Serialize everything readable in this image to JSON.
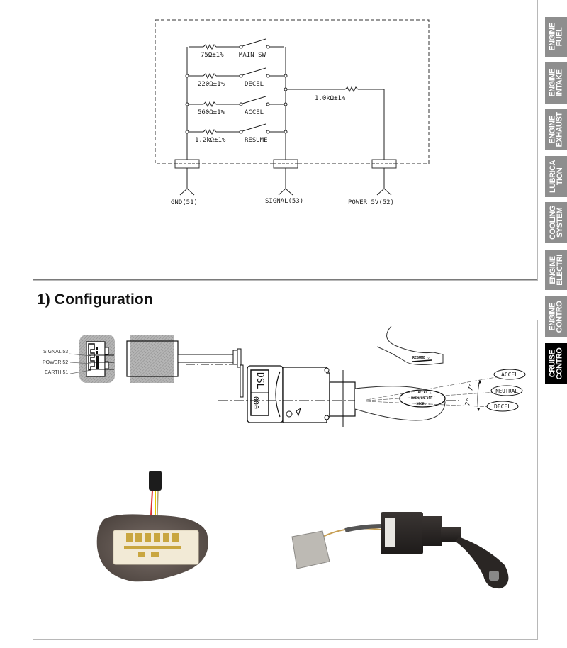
{
  "schematic": {
    "resistors": [
      {
        "value": "75Ω±1%",
        "switch": "MAIN SW"
      },
      {
        "value": "220Ω±1%",
        "switch": "DECEL"
      },
      {
        "value": "560Ω±1%",
        "switch": "ACCEL"
      },
      {
        "value": "1.2kΩ±1%",
        "switch": "RESUME"
      }
    ],
    "pullup_resistor": "1.0kΩ±1%",
    "terminals": [
      "GND(51)",
      "SIGNAL(53)",
      "POWER 5V(52)"
    ]
  },
  "section": {
    "title": "1) Configuration"
  },
  "drawing": {
    "pin_labels": [
      "SIGNAL 53",
      "POWER 52",
      "EARTH 51"
    ],
    "switch_body_labels": [
      "DSL",
      "000"
    ],
    "resume_label": "RESUME ▽",
    "lever_labels": [
      "ACCEL △",
      "MAIN/ON-OFF",
      "DECEL ▽"
    ],
    "positions": [
      "ACCEL",
      "NEUTRAL",
      "DECEL"
    ],
    "angles": [
      "7°",
      "7°"
    ]
  },
  "side_tabs": [
    {
      "label": "ENGINE\nFUEL",
      "active": false
    },
    {
      "label": "ENGINE\nINTAKE",
      "active": false
    },
    {
      "label": "ENGINE\nEXHAUST",
      "active": false
    },
    {
      "label": "LUBRICA\nTION",
      "active": false
    },
    {
      "label": "COOLING\nSYSTEM",
      "active": false
    },
    {
      "label": "ENGINE\nELECTRI",
      "active": false
    },
    {
      "label": "ENGINE\nCONTRO",
      "active": false
    },
    {
      "label": "CRUISE\nCONTRO",
      "active": true
    }
  ],
  "colors": {
    "tab_inactive": "#8e8e8e",
    "tab_active": "#000000",
    "line": "#222222"
  }
}
